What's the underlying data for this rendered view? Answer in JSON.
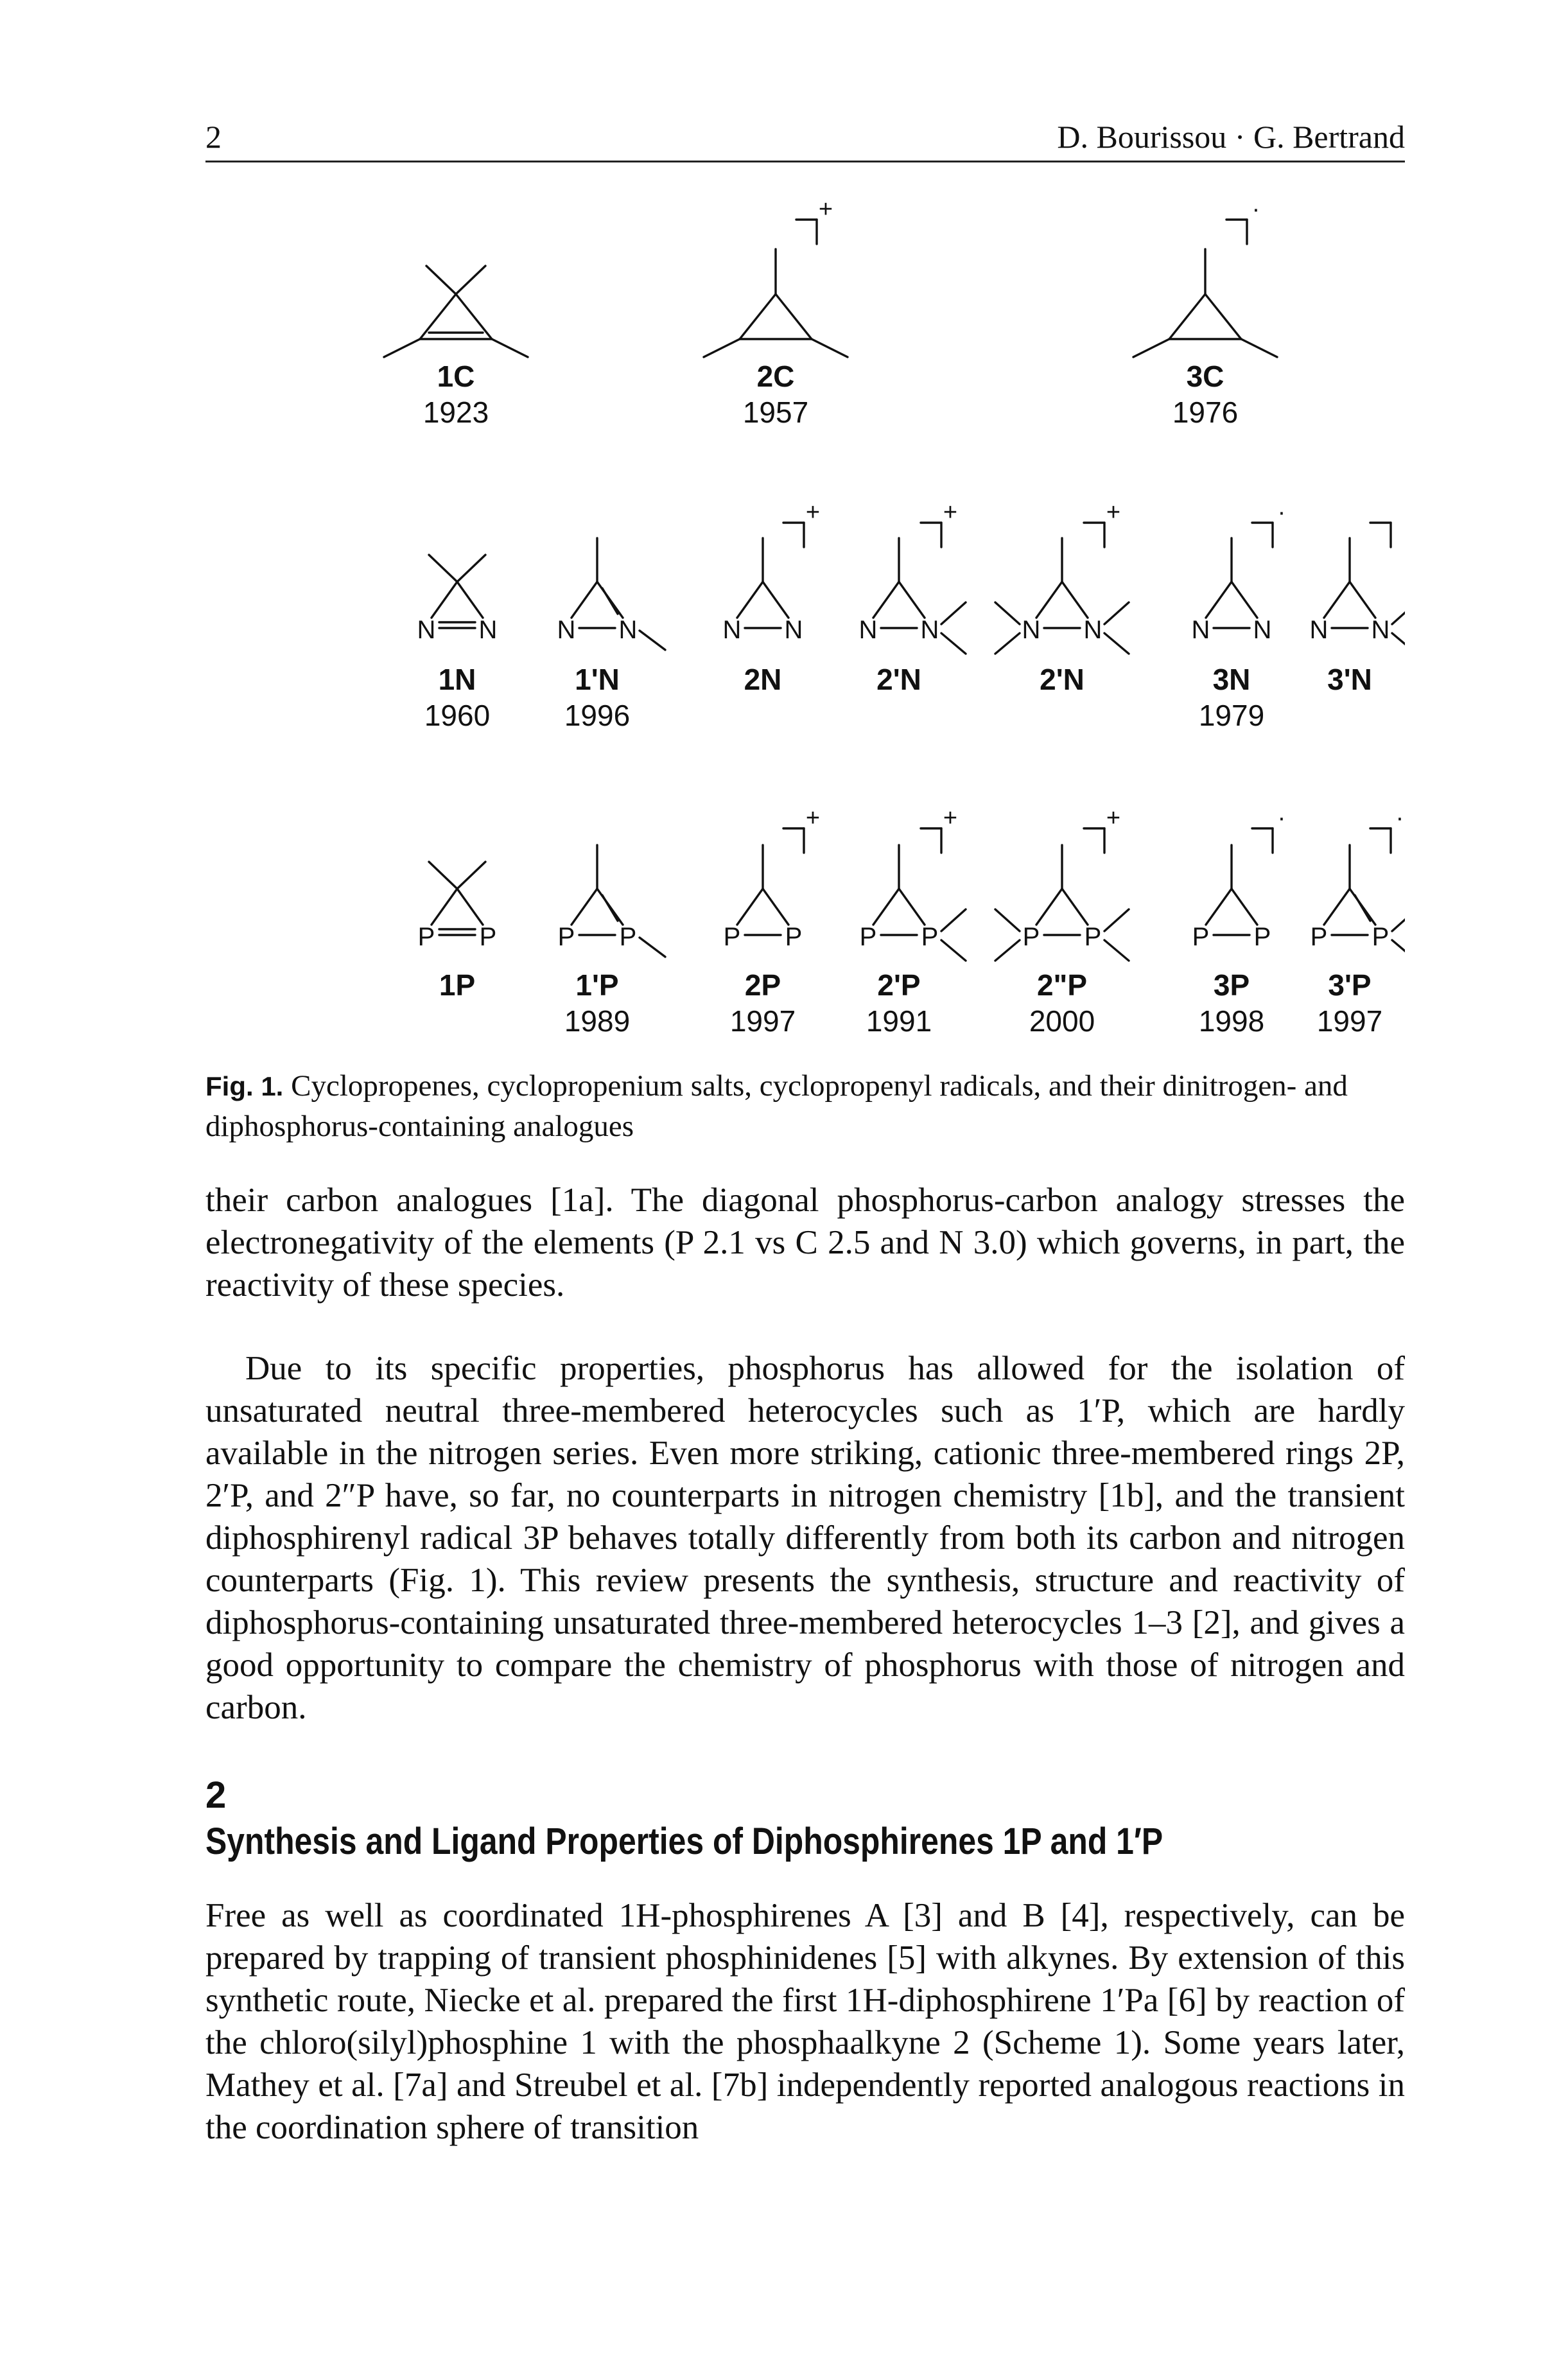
{
  "header": {
    "page_number": "2",
    "authors": "D. Bourissou · G. Bertrand"
  },
  "figure": {
    "compounds": [
      {
        "id": "c1",
        "label": "1C",
        "year": "1923"
      },
      {
        "id": "c2",
        "label": "2C",
        "year": "1957"
      },
      {
        "id": "c3",
        "label": "3C",
        "year": "1976"
      },
      {
        "id": "n1",
        "label": "1N",
        "year": "1960"
      },
      {
        "id": "n2",
        "label": "1'N",
        "year": "1996"
      },
      {
        "id": "n3",
        "label": "2N",
        "year": ""
      },
      {
        "id": "n4",
        "label": "2'N",
        "year": ""
      },
      {
        "id": "n5",
        "label": "2'N",
        "year": ""
      },
      {
        "id": "n6",
        "label": "3N",
        "year": "1979"
      },
      {
        "id": "n7",
        "label": "3'N",
        "year": ""
      },
      {
        "id": "p1",
        "label": "1P",
        "year": ""
      },
      {
        "id": "p2",
        "label": "1'P",
        "year": "1989"
      },
      {
        "id": "p3",
        "label": "2P",
        "year": "1997"
      },
      {
        "id": "p4",
        "label": "2'P",
        "year": "1991"
      },
      {
        "id": "p5",
        "label": "2\"P",
        "year": "2000"
      },
      {
        "id": "p6",
        "label": "3P",
        "year": "1998"
      },
      {
        "id": "p7",
        "label": "3'P",
        "year": "1997"
      }
    ],
    "atoms": {
      "nitrogen": "N",
      "phosphorus": "P"
    },
    "charges": {
      "cation": "+",
      "radical": "·"
    },
    "caption_label": "Fig. 1.",
    "caption_text": "Cyclopropenes, cyclopropenium salts, cyclopropenyl radicals, and their dinitrogen- and diphosphorus-containing analogues"
  },
  "body": {
    "para1": "their carbon analogues [1a]. The diagonal phosphorus-carbon analogy stresses the electronegativity of the elements (P 2.1 vs C 2.5 and N 3.0) which governs, in part, the reactivity of these species.",
    "para2": "Due to its specific properties, phosphorus has allowed for the isolation of unsaturated neutral three-membered heterocycles such as 1′P, which are hardly available in the nitrogen series. Even more striking, cationic three-membered rings 2P, 2′P, and 2″P have, so far, no counterparts in nitrogen chemistry [1b], and the transient diphosphirenyl radical 3P behaves totally differently from both its carbon and nitrogen counterparts (Fig. 1). This review presents the synthesis, structure and reactivity of diphosphorus-containing unsaturated three-membered heterocycles 1–3 [2], and gives a good opportunity to compare the chemistry of phosphorus with those of nitrogen and carbon.",
    "section_number": "2",
    "section_title": "Synthesis and Ligand Properties of Diphosphirenes 1P and 1′P",
    "para3": "Free as well as coordinated 1H-phosphirenes A [3] and B [4], respectively, can be prepared by trapping of transient phosphinidenes [5] with alkynes. By extension of this synthetic route, Niecke et al. prepared the first 1H-diphosphirene 1′Pa [6] by reaction of the chloro(silyl)phosphine 1 with the phosphaalkyne 2 (Scheme 1). Some years later, Mathey et al. [7a] and Streubel et al. [7b] independently reported analogous reactions in the coordination sphere of transition"
  }
}
